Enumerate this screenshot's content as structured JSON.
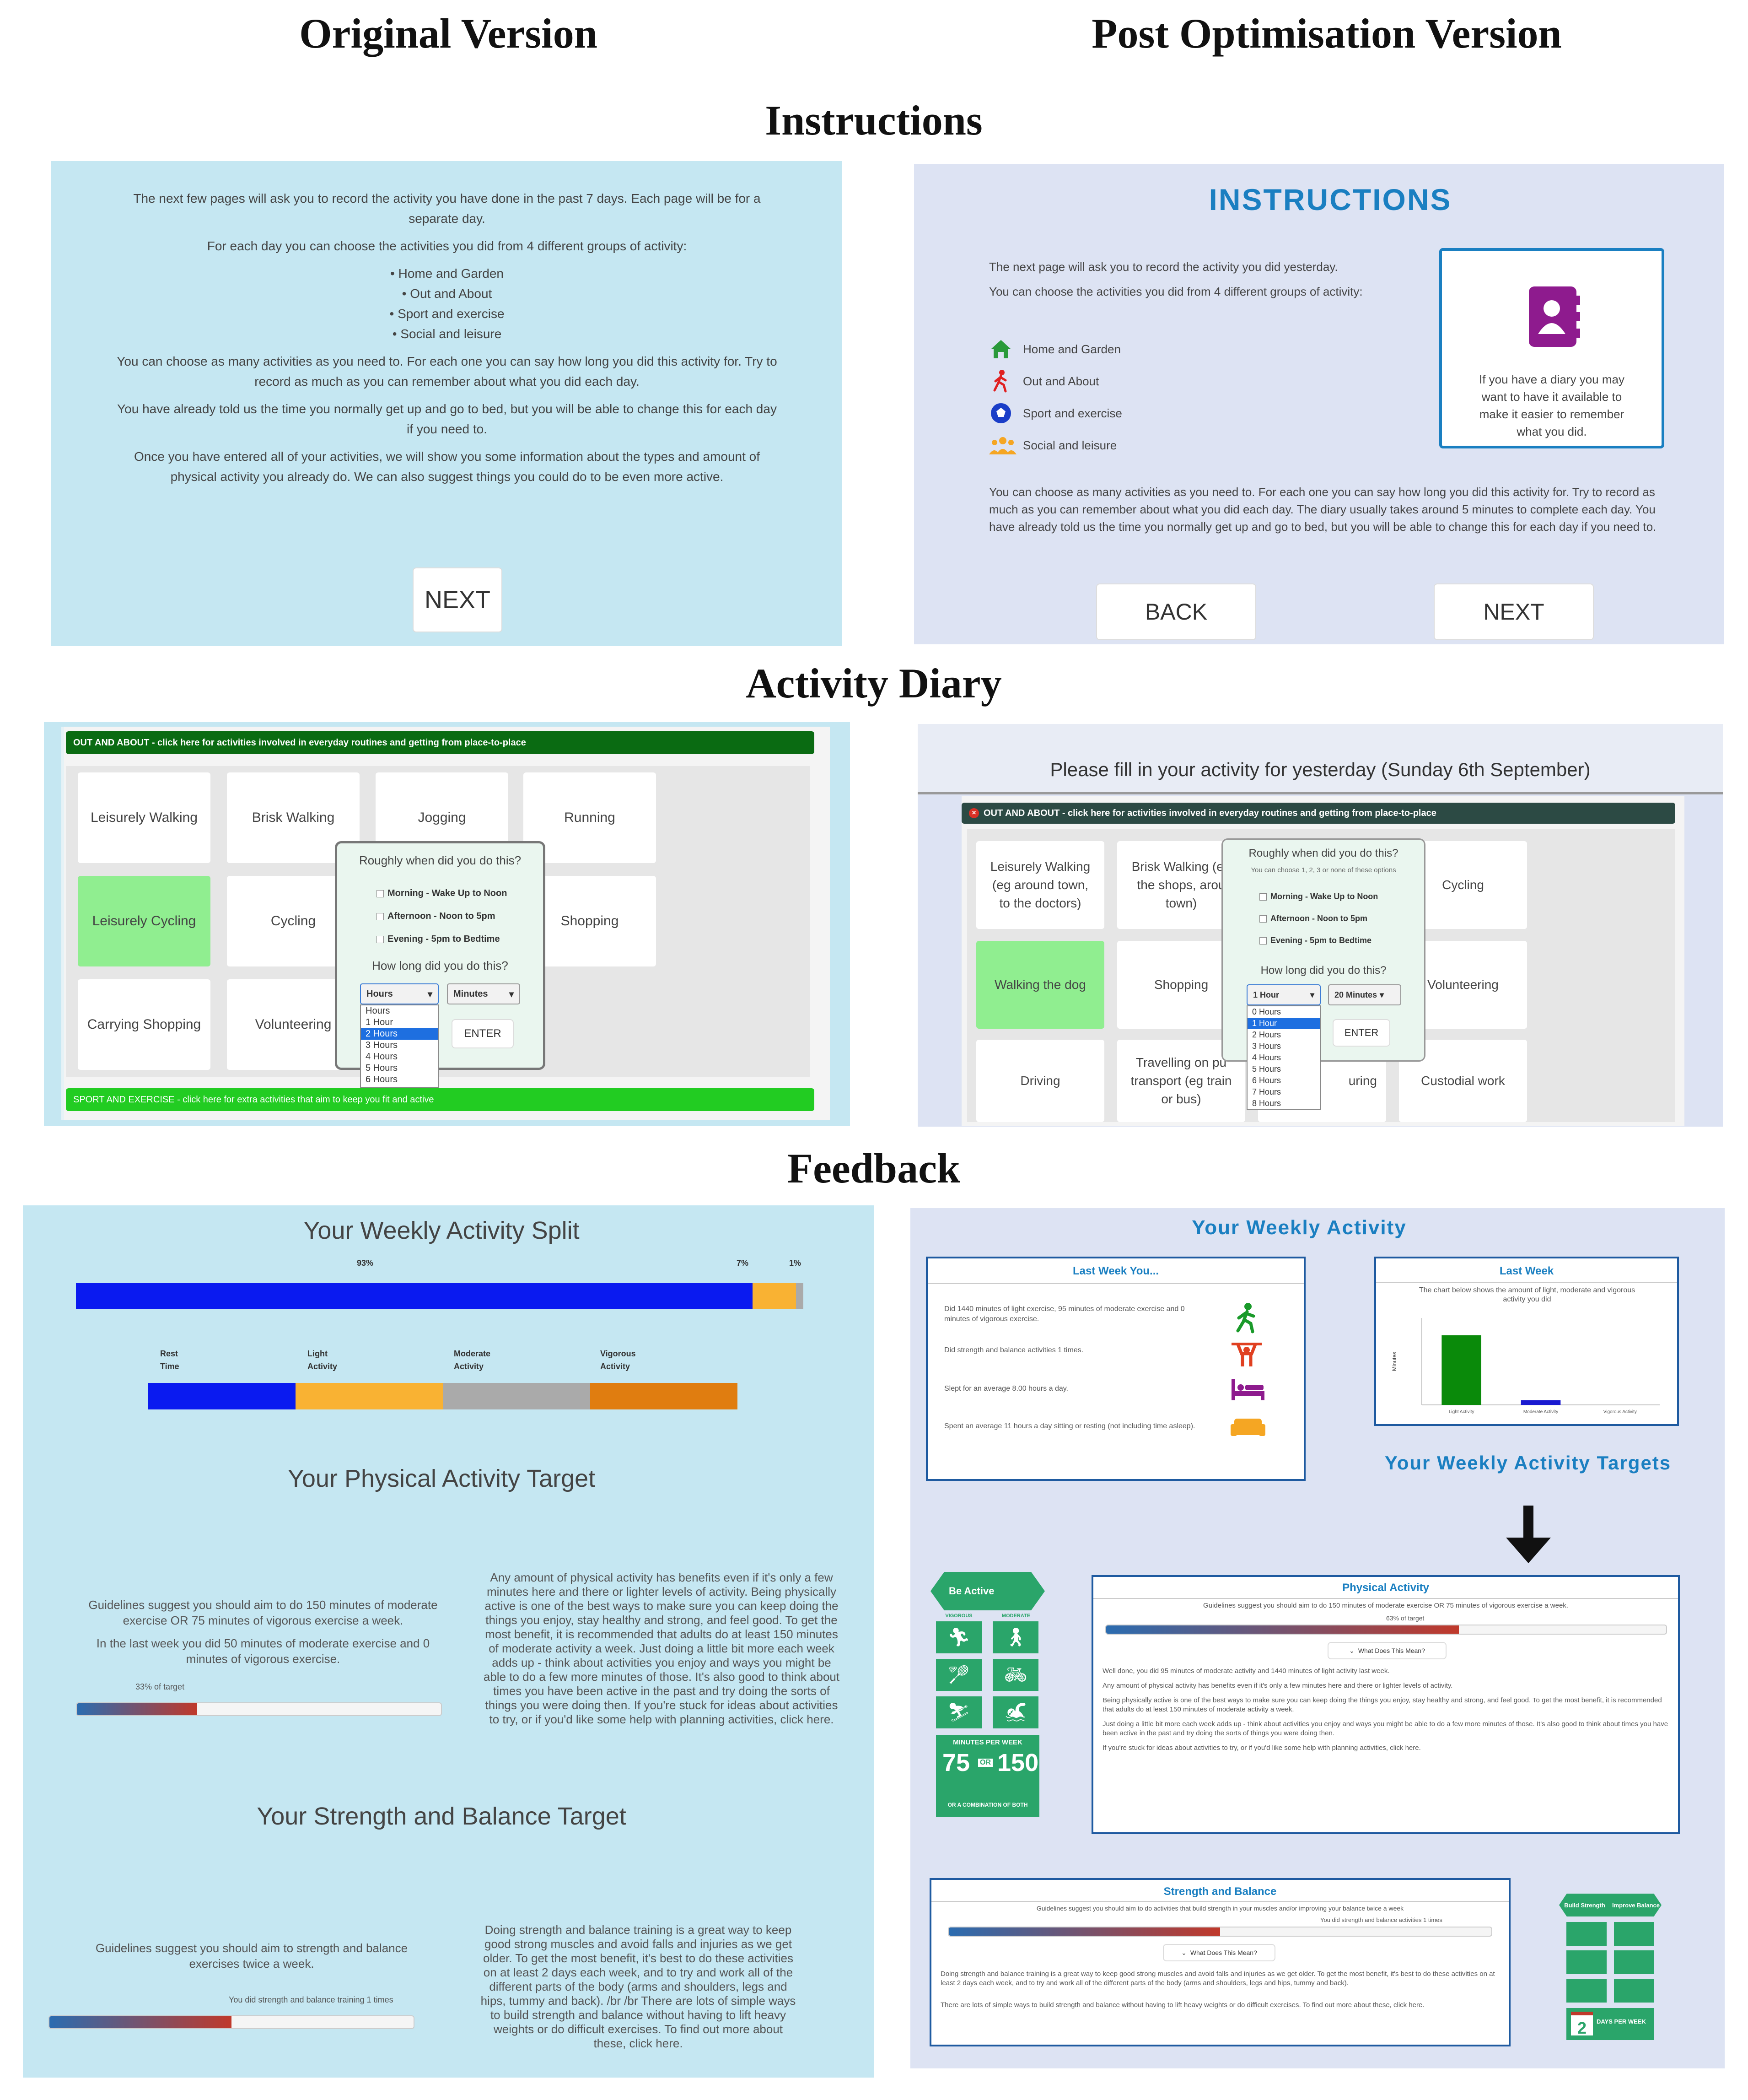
{
  "headers": {
    "original": "Original Version",
    "post": "Post Optimisation Version",
    "instructions": "Instructions",
    "activity_diary": "Activity Diary",
    "feedback": "Feedback"
  },
  "colors": {
    "light_blue_panel": "#c5e7f2",
    "lavender_panel": "#dde3f3",
    "green_select": "#90ee90",
    "dark_green_bar": "#0a6b12",
    "bright_green_bar": "#22cc22",
    "teal_heading": "#1a7fc1"
  },
  "instr_orig": {
    "p1": "The next few pages will ask you to record the activity you have done in the past 7 days. Each page will be for a separate day.",
    "p2": "For each day you can choose the activities you did from 4 different groups of activity:",
    "list": [
      "Home and Garden",
      "Out and About",
      "Sport and exercise",
      "Social and leisure"
    ],
    "p3": "You can choose as many activities as you need to. For each one you can say how long you did this activity for. Try to record as much as you can remember about what you did each day.",
    "p4": "You have already told us the time you normally get up and go to bed, but you will be able to change this for each day if you need to.",
    "p5": "Once you have entered all of your activities, we will show you some information about the types and amount of physical activity you already do. We can also suggest things you could do to be even more active.",
    "next": "NEXT"
  },
  "instr_post": {
    "title": "INSTRUCTIONS",
    "p1": "The next page will ask you to record the activity you did yesterday.",
    "p2": "You can choose the activities you did from 4 different groups of activity:",
    "list": [
      "Home and Garden",
      "Out and About",
      "Sport and exercise",
      "Social and leisure"
    ],
    "diary_tip": "If you have a diary you may want to have it available to make it easier to remember what you did.",
    "p3": "You can choose as many activities as you need to. For each one you can say how long you did this activity for. Try to record as much as you can remember about what you did each day. The diary usually takes around 5 minutes to complete each day. You have already told us the time you normally get up and go to bed, but you will be able to change this for each day if you need to.",
    "back": "BACK",
    "next": "NEXT"
  },
  "diary_orig": {
    "header_bar": "OUT AND ABOUT - click here for activities involved in everyday routines and getting from place-to-place",
    "footer_bar": "SPORT AND EXERCISE - click here for extra activities that aim to keep you fit and active",
    "tiles": [
      "Leisurely Walking",
      "Brisk Walking",
      "Jogging",
      "Running",
      "Leisurely Cycling",
      "Cycling",
      "Shopping",
      "Carrying Shopping",
      "Volunteering"
    ],
    "popup": {
      "q1": "Roughly when did you do this?",
      "opts": [
        "Morning - Wake Up to Noon",
        "Afternoon - Noon to 5pm",
        "Evening - 5pm to Bedtime"
      ],
      "q2": "How long did you do this?",
      "hours": "Hours",
      "minutes": "Minutes",
      "enter": "ENTER",
      "hour_list": [
        "Hours",
        "1 Hour",
        "2 Hours",
        "3 Hours",
        "4 Hours",
        "5 Hours",
        "6 Hours"
      ]
    }
  },
  "diary_post": {
    "title": "Please fill in your activity for yesterday (Sunday 6th September)",
    "header_bar": "OUT AND ABOUT - click here for activities involved in everyday routines and getting from place-to-place",
    "tiles": [
      "Leisurely Walking (eg around town, to the doctors)",
      "Brisk Walking (eg the shops, arou town)",
      "Cycling",
      "Walking the dog",
      "Shopping",
      "Volunteering",
      "Driving",
      "Travelling on pu transport (eg train or bus)",
      "uring",
      "Custodial work"
    ],
    "popup": {
      "q1": "Roughly when did you do this?",
      "hint": "You can choose 1, 2, 3 or none of these options",
      "opts": [
        "Morning - Wake Up to Noon",
        "Afternoon - Noon to 5pm",
        "Evening - 5pm to Bedtime"
      ],
      "q2": "How long did you do this?",
      "hours": "1 Hour",
      "minutes": "20 Minutes",
      "enter": "ENTER",
      "hour_list": [
        "0 Hours",
        "1 Hour",
        "2 Hours",
        "3 Hours",
        "4 Hours",
        "5 Hours",
        "6 Hours",
        "7 Hours",
        "8 Hours"
      ]
    }
  },
  "fb_orig": {
    "split_title": "Your Weekly Activity Split",
    "split_pcts": [
      "93%",
      "7%",
      "1%"
    ],
    "split_values": [
      93,
      6,
      1
    ],
    "legend": [
      "Rest Time",
      "Light Activity",
      "Moderate Activity",
      "Vigorous Activity"
    ],
    "target_title": "Your Physical Activity Target",
    "target_left1": "Guidelines suggest you should aim to do 150 minutes of moderate exercise OR 75 minutes of vigorous exercise a week.",
    "target_left2": "In the last week you did 50 minutes of moderate exercise and 0 minutes of vigorous exercise.",
    "target_progress_label": "33% of target",
    "target_progress": 33,
    "target_right": "Any amount of physical activity has benefits even if it's only a few minutes here and there or lighter levels of activity. Being physically active is one of the best ways to make sure you can keep doing the things you enjoy, stay healthy and strong, and feel good. To get the most benefit, it is recommended that adults do at least 150 minutes of moderate activity a week. Just doing a little bit more each week adds up - think about activities you enjoy and ways you might be able to do a few more minutes of those. It's also good to think about times you have been active in the past and try doing the sorts of things you were doing then. If you're stuck for ideas about activities to try, or if you'd like some help with planning activities, click here.",
    "strength_title": "Your Strength and Balance Target",
    "strength_left": "Guidelines suggest you should aim to strength and balance exercises twice a week.",
    "strength_progress_label": "You did strength and balance training 1 times",
    "strength_progress": 50,
    "strength_right": "Doing strength and balance training is a great way to keep good strong muscles and avoid falls and injuries as we get older. To get the most benefit, it's best to do these activities on at least 2 days each week, and to try and work all of the different parts of the body (arms and shoulders, legs and hips, tummy and back). /br /br There are lots of simple ways to build strength and balance without having to lift heavy weights or do difficult exercises. To find out more about these, click here."
  },
  "fb_post": {
    "title": "Your Weekly Activity",
    "last_week_title": "Last Week You...",
    "last_week_items": [
      "Did 1440 minutes of light exercise, 95 minutes of moderate exercise and 0 minutes of vigorous exercise.",
      "Did strength and balance activities 1 times.",
      "Slept for an average 8.00 hours a day.",
      "Spent an average 11 hours a day sitting or resting (not including time asleep)."
    ],
    "chart_panel_title": "Last Week",
    "chart_panel_desc": "The chart below shows the amount of light, moderate and vigorous activity you did",
    "targets_title": "Your Weekly Activity Targets",
    "be_active": "Be Active",
    "poster_labels": [
      "VIGOROUS",
      "MODERATE"
    ],
    "minutes_per_week": "MINUTES PER WEEK",
    "mpw_75": "75",
    "mpw_or": "OR",
    "mpw_150": "150",
    "mpw_combo": "OR A COMBINATION OF BOTH",
    "pa_title": "Physical Activity",
    "pa_guideline": "Guidelines suggest you should aim to do 150 minutes of moderate exercise OR 75 minutes of vigorous exercise a week.",
    "pa_progress_label": "63% of target",
    "pa_progress": 63,
    "what_mean": "What Does This Mean?",
    "pa_text": [
      "Well done, you did 95 minutes of moderate activity and 1440 minutes of light activity last week.",
      "Any amount of physical activity has benefits even if it's only a few minutes here and there or lighter levels of activity.",
      "Being physically active is one of the best ways to make sure you can keep doing the things you enjoy, stay healthy and strong, and feel good. To get the most benefit, it is recommended that adults do at least 150 minutes of moderate activity a week.",
      "Just doing a little bit more each week adds up - think about activities you enjoy and ways you might be able to do a few more minutes of those. It's also good to think about times you have been active in the past and try doing the sorts of things you were doing then.",
      "If you're stuck for ideas about activities to try, or if you'd like some help with planning activities, click here."
    ],
    "sb_title": "Strength and Balance",
    "sb_guideline": "Guidelines suggest you should aim to do activities that build strength in your muscles and/or improving your balance twice a week",
    "sb_progress_label": "You did strength and balance activities 1 times",
    "sb_progress": 50,
    "sb_text1": "Doing strength and balance training is a great way to keep good strong muscles and avoid falls and injuries as we get older. To get the most benefit, it's best to do these activities on at least 2 days each week, and to try and work all of the different parts of the body (arms and shoulders, legs and hips, tummy and back).",
    "sb_text2": "There are lots of simple ways to build strength and balance without having to lift heavy weights or do difficult exercises. To find out more about these, click here.",
    "sb_poster": [
      "Build Strength",
      "Improve Balance"
    ],
    "sb_poster_days": "2",
    "sb_poster_days_label": "DAYS PER WEEK"
  },
  "chart_data": {
    "type": "bar",
    "categories": [
      "Light Activity",
      "Moderate Activity",
      "Vigorous Activity"
    ],
    "values": [
      1440,
      95,
      0
    ],
    "ylabel": "Minutes",
    "ylim": [
      0,
      1800
    ],
    "colors": [
      "#0a8a0a",
      "#1a1ad0",
      "#999999"
    ]
  }
}
